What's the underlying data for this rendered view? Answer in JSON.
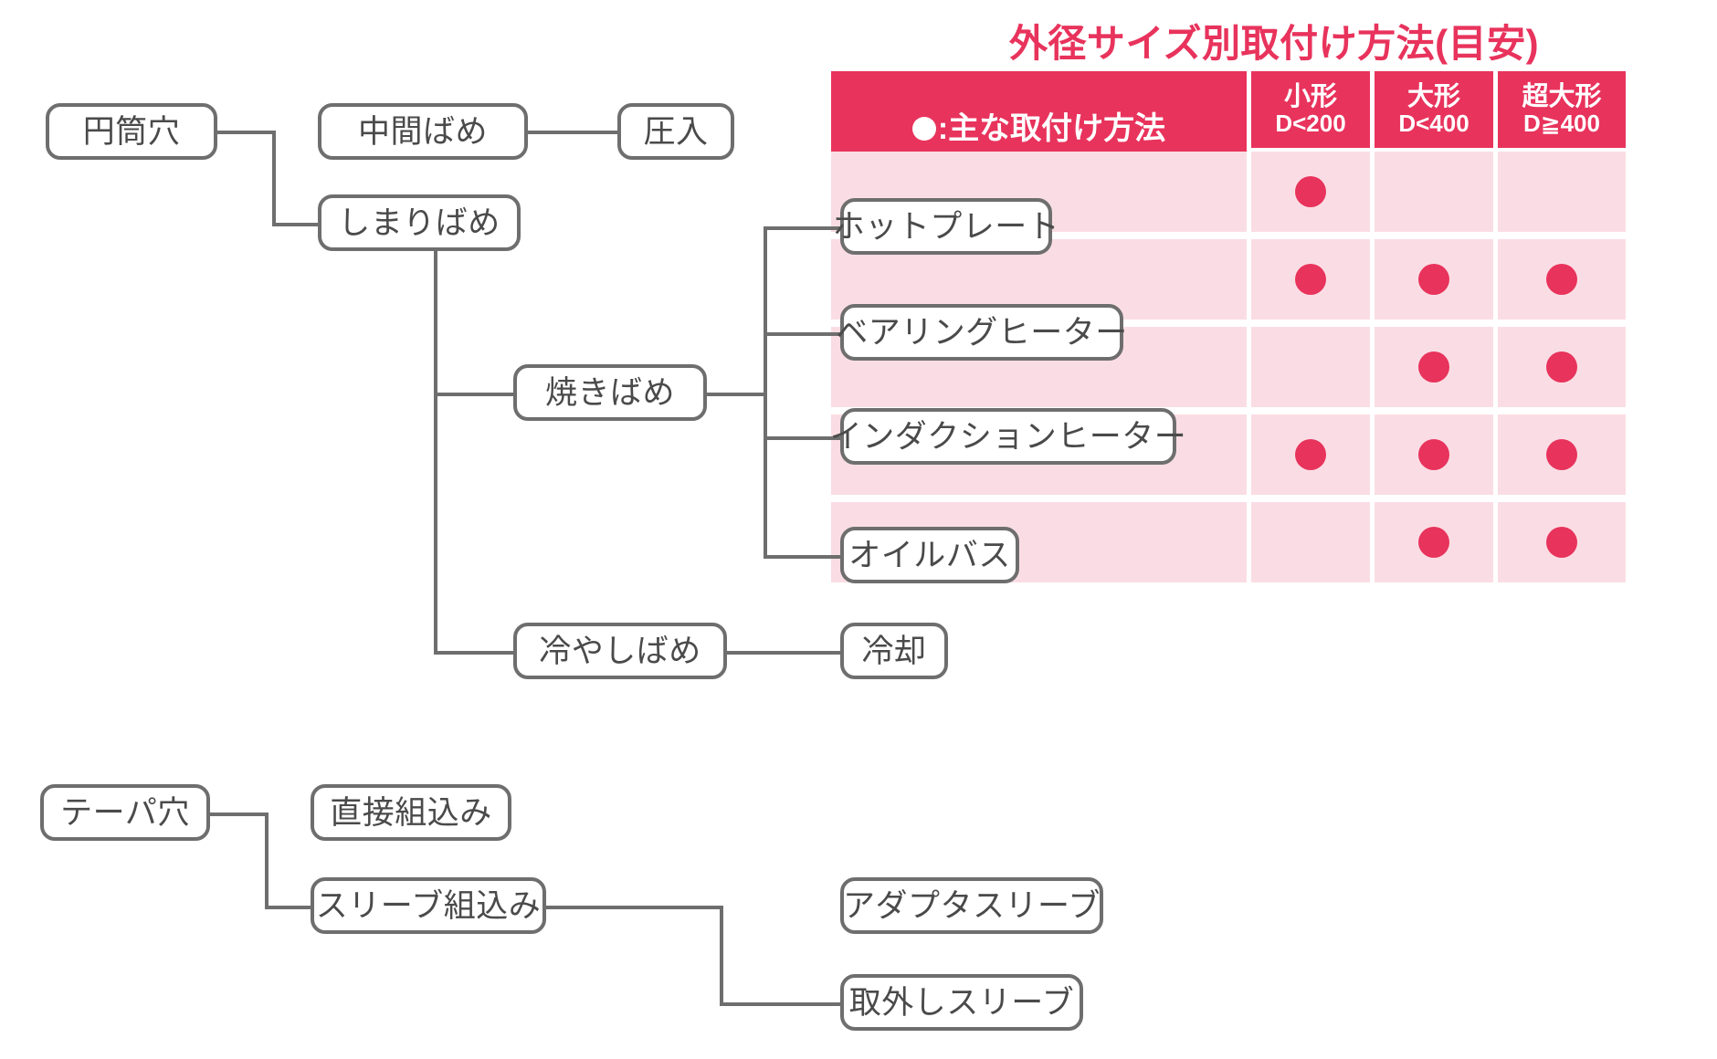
{
  "table": {
    "title": "外径サイズ別取付け方法(目安)",
    "legend_label": ":主な取付け方法",
    "legend_icon": "filled-circle-icon",
    "columns": [
      {
        "big": "小形",
        "sub": "D<200"
      },
      {
        "big": "大形",
        "sub": "D<400"
      },
      {
        "big": "超大形",
        "sub": "D≧400"
      }
    ],
    "rows": [
      {
        "method": "ホットプレート",
        "marks": [
          true,
          false,
          false
        ]
      },
      {
        "method": "ベアリングヒーター",
        "marks": [
          true,
          true,
          true
        ]
      },
      {
        "method": "インダクションヒーター",
        "marks": [
          false,
          true,
          true
        ]
      },
      {
        "method": "オイルバス",
        "marks": [
          true,
          true,
          true
        ]
      },
      {
        "method": "冷却",
        "marks": [
          false,
          true,
          true
        ]
      }
    ]
  },
  "tree": {
    "cylindrical_root": "円筒穴",
    "transition_fit": "中間ばめ",
    "press_fit": "圧入",
    "interference_fit": "しまりばめ",
    "shrink_fit": "焼きばめ",
    "cold_fit": "冷やしばめ",
    "method_hot_plate": "ホットプレート",
    "method_bearing_heater": "ベアリングヒーター",
    "method_induction_heater": "インダクションヒーター",
    "method_oil_bath": "オイルバス",
    "method_cooling": "冷却",
    "taper_root": "テーパ穴",
    "direct_mount": "直接組込み",
    "sleeve_mount": "スリーブ組込み",
    "adapter_sleeve": "アダプタスリーブ",
    "withdrawal_sleeve": "取外しスリーブ"
  },
  "colors": {
    "accent": "#E8335C",
    "row_bg": "#FADDE4",
    "line": "#6E6E6E",
    "text": "#4A4A4A"
  }
}
